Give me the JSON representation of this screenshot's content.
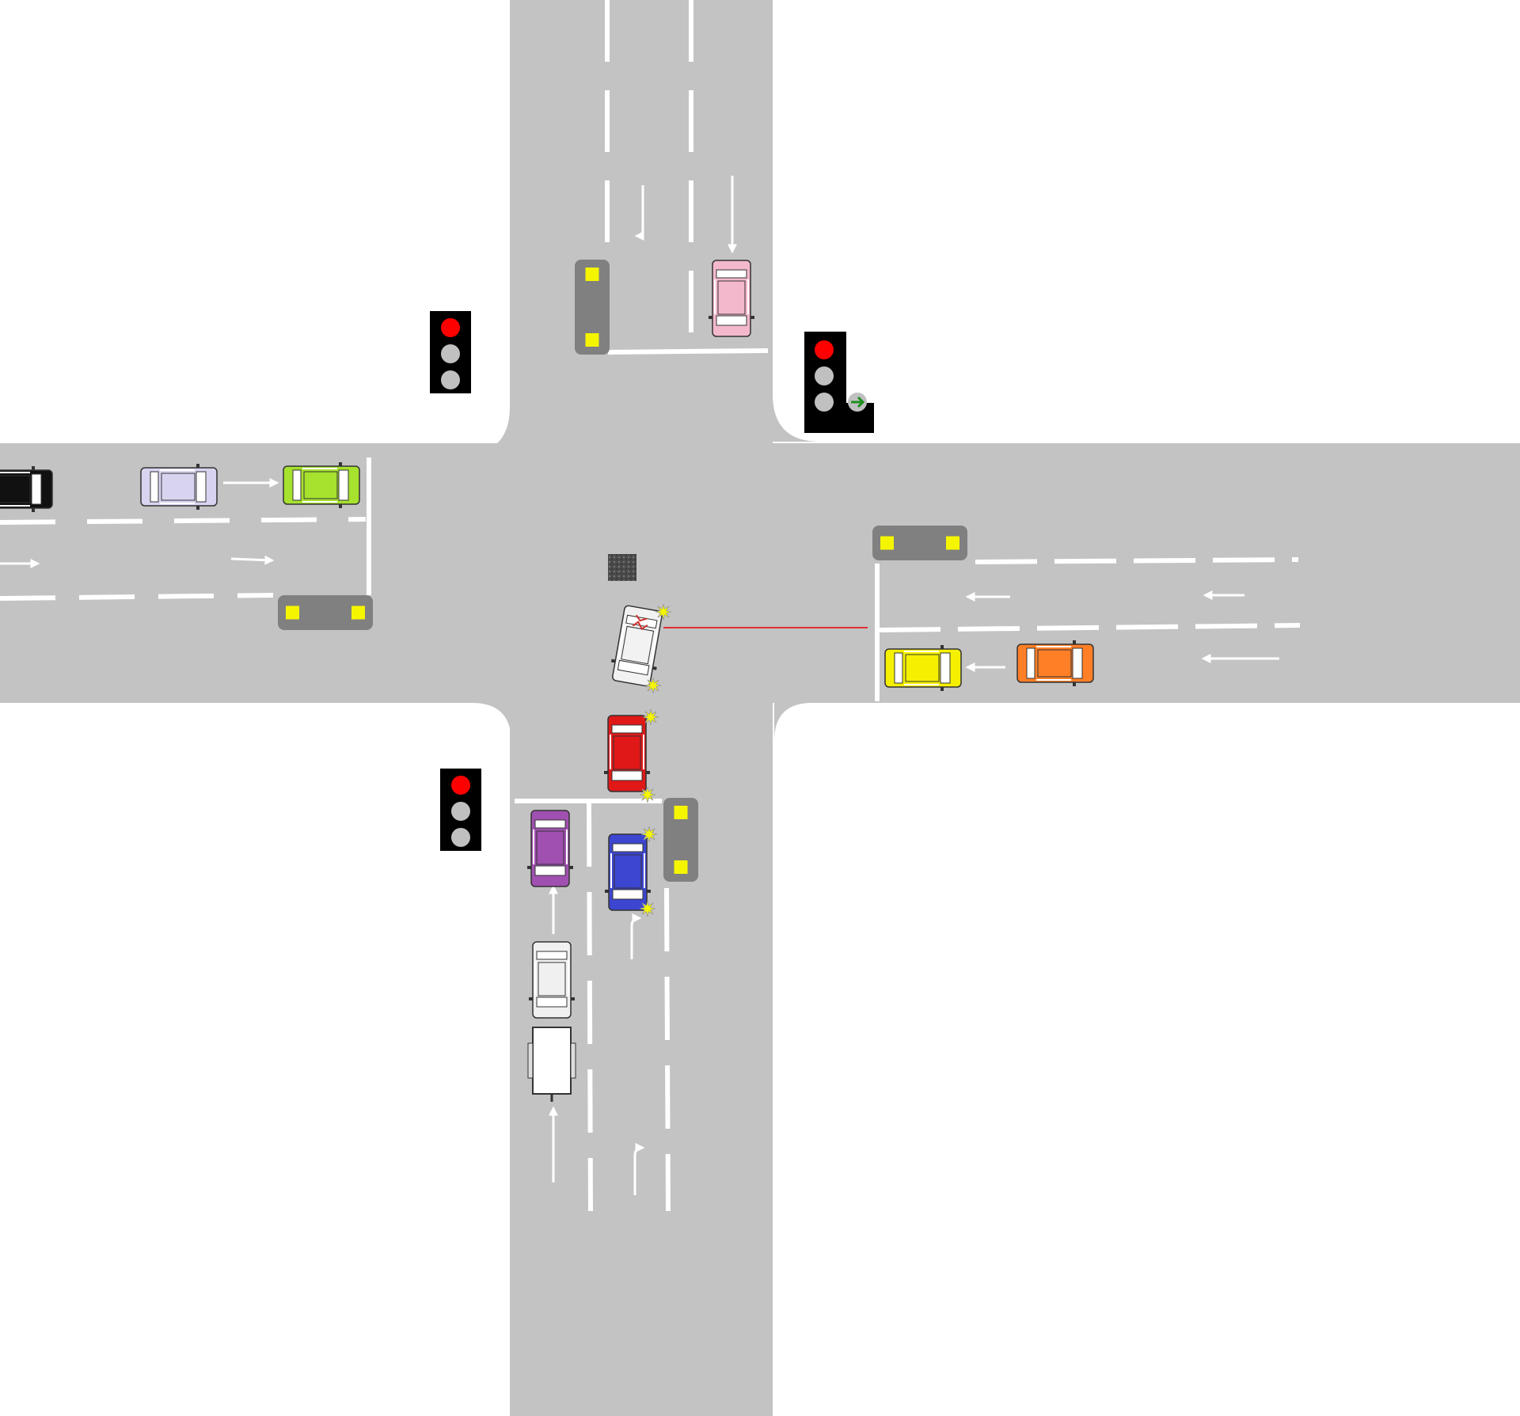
{
  "colors": {
    "background": "#ffffff",
    "road": "#c3c3c3",
    "marking": "#ffffff",
    "island": "#808080",
    "island_light": "#f5f500",
    "signal_housing": "#000000",
    "lamp_red": "#ff0000",
    "lamp_off": "#c0c0c0",
    "arrow_green": "#1f8f1f",
    "distance_line": "#e03030",
    "impact_star": "#f5f500",
    "drain": "#555555"
  },
  "icons": {
    "traffic_light": "traffic-light-icon",
    "traffic_light_filter": "traffic-light-with-right-arrow-icon",
    "lane_arrow": "lane-arrow-icon",
    "impact": "impact-star-icon",
    "drain": "manhole-icon",
    "pedestrian_island": "pedestrian-island-icon"
  },
  "signals": [
    {
      "id": "northwest",
      "state": "red",
      "filter_arrow": false
    },
    {
      "id": "northeast",
      "state": "red",
      "filter_arrow": true,
      "arrow_color": "#1f8f1f"
    },
    {
      "id": "southwest",
      "state": "red",
      "filter_arrow": false
    }
  ],
  "vehicles": [
    {
      "id": "black",
      "color": "#111111",
      "type": "car"
    },
    {
      "id": "lavender",
      "color": "#d8d4f0",
      "type": "car"
    },
    {
      "id": "lime",
      "color": "#a6e22e",
      "type": "car"
    },
    {
      "id": "pink",
      "color": "#f4b8cc",
      "type": "car"
    },
    {
      "id": "white-damaged",
      "color": "#f2f2f2",
      "type": "car",
      "damaged": true
    },
    {
      "id": "red",
      "color": "#e01818",
      "type": "car"
    },
    {
      "id": "purple",
      "color": "#a050b0",
      "type": "car"
    },
    {
      "id": "blue",
      "color": "#3c46d0",
      "type": "car"
    },
    {
      "id": "silver",
      "color": "#f0f0f0",
      "type": "car"
    },
    {
      "id": "white-trailer",
      "color": "#ffffff",
      "type": "trailer"
    },
    {
      "id": "yellow",
      "color": "#f5f000",
      "type": "car"
    },
    {
      "id": "orange",
      "color": "#ff7f27",
      "type": "car"
    }
  ]
}
